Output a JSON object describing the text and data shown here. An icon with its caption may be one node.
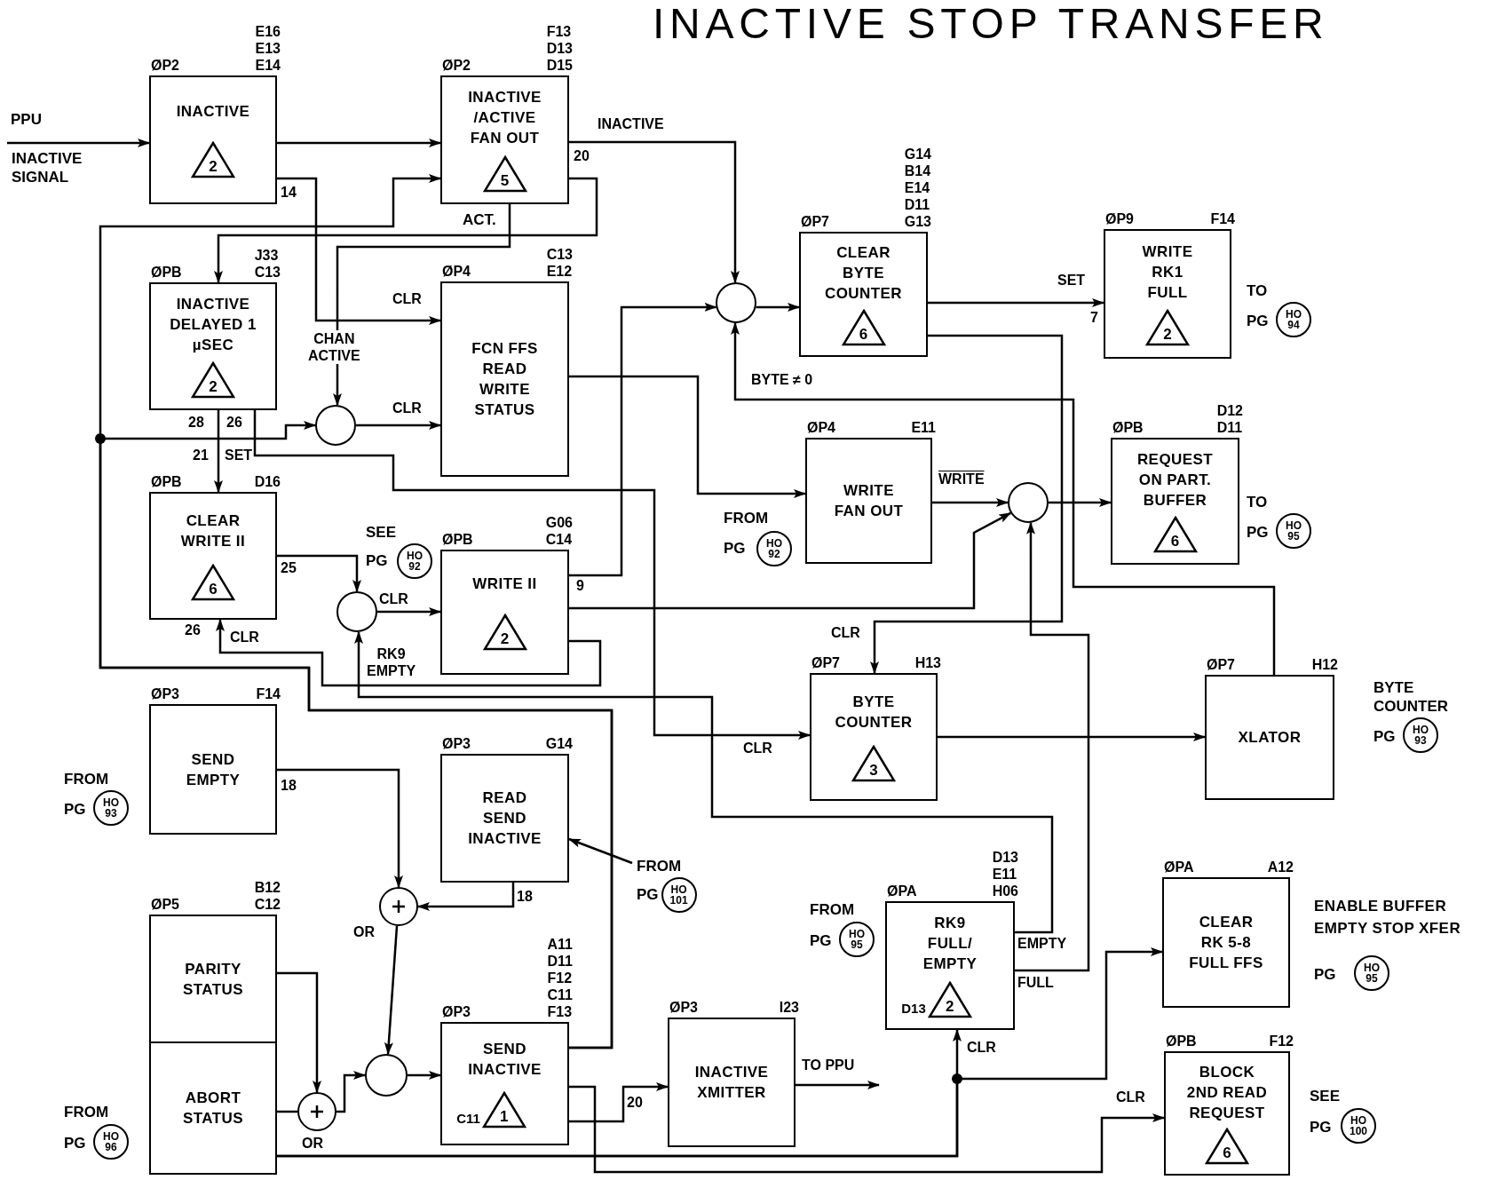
{
  "diagram": {
    "title": "INACTIVE STOP TRANSFER",
    "nodes": [
      {
        "text": [
          "INACTIVE",
          "2"
        ],
        "beside": [
          "ØP2",
          "E16 E13 E14"
        ]
      },
      {
        "text": [
          "INACTIVE /ACTIVE FAN OUT",
          "5"
        ],
        "beside": [
          "ØP2",
          "F13 D13 D15"
        ]
      },
      {
        "text": [
          "INACTIVE DELAYED 1 µSEC",
          "2"
        ],
        "beside": [
          "ØPB",
          "J33 C13"
        ]
      },
      {
        "text": [
          "FCN FFS READ WRITE STATUS"
        ],
        "beside": [
          "ØP4",
          "C13 E12"
        ]
      },
      {
        "text": [
          "CLEAR WRITE II",
          "6"
        ],
        "beside": [
          "ØPB",
          "D16"
        ]
      },
      {
        "text": [
          "WRITE II",
          "2"
        ],
        "beside": [
          "ØPB",
          "G06 C14"
        ]
      },
      {
        "text": [
          "CLEAR BYTE COUNTER",
          "6"
        ],
        "beside": [
          "ØP7",
          "G14 B14 E14 D11 G13"
        ]
      },
      {
        "text": [
          "WRITE RK1 FULL",
          "2"
        ],
        "beside": [
          "ØP9",
          "F14"
        ]
      },
      {
        "text": [
          "WRITE FAN OUT"
        ],
        "beside": [
          "ØP4",
          "E11"
        ]
      },
      {
        "text": [
          "REQUEST ON PART. BUFFER",
          "6"
        ],
        "beside": [
          "ØPB",
          "D12 D11"
        ]
      },
      {
        "text": [
          "BYTE COUNTER",
          "3"
        ],
        "beside": [
          "ØP7",
          "H13"
        ]
      },
      {
        "text": [
          "XLATOR"
        ],
        "beside": [
          "ØP7",
          "H12"
        ]
      },
      {
        "text": [
          "SEND EMPTY"
        ],
        "beside": [
          "ØP3",
          "F14"
        ]
      },
      {
        "text": [
          "READ SEND INACTIVE"
        ],
        "beside": [
          "ØP3",
          "G14"
        ]
      },
      {
        "text": [
          "PARITY STATUS"
        ],
        "beside": [
          "ØP5",
          "B12 C12"
        ]
      },
      {
        "text": [
          "ABORT STATUS"
        ]
      },
      {
        "text": [
          "SEND INACTIVE",
          "C11",
          "1"
        ],
        "beside": [
          "ØP3",
          "A11 D11 F12 C11 F13"
        ]
      },
      {
        "text": [
          "INACTIVE XMITTER"
        ],
        "beside": [
          "ØP3",
          "I23"
        ]
      },
      {
        "text": [
          "RK9 FULL/ EMPTY",
          "D13",
          "2"
        ],
        "beside": [
          "ØPA",
          "D13 E11 H06"
        ]
      },
      {
        "text": [
          "CLEAR RK 5-8 FULL FFS"
        ],
        "beside": [
          "ØPA",
          "A12"
        ]
      },
      {
        "text": [
          "BLOCK 2ND READ REQUEST",
          "6"
        ],
        "beside": [
          "ØPB",
          "F12"
        ]
      },
      {
        "text": [],
        "shape": "circle"
      },
      {
        "text": [],
        "shape": "circle"
      },
      {
        "text": [],
        "shape": "circle"
      },
      {
        "text": [],
        "shape": "circle"
      },
      {
        "text": [],
        "shape": "circle",
        "beside": [
          "OR"
        ]
      },
      {
        "text": [],
        "shape": "circle"
      },
      {
        "text": [],
        "shape": "circle",
        "beside": [
          "OR"
        ]
      },
      {
        "text": [
          "FROM",
          "PG",
          "HO 101"
        ]
      },
      {
        "text": [
          "PPU",
          "INACTIVE SIGNAL"
        ]
      },
      {
        "text": [
          "HO 92"
        ]
      },
      {
        "text": [
          "HO 92"
        ]
      },
      {
        "text": [
          "HO 94"
        ]
      },
      {
        "text": [
          "HO 95"
        ]
      },
      {
        "text": [
          "HO 93"
        ]
      },
      {
        "text": [
          "HO 93"
        ]
      },
      {
        "text": [
          "HO 96"
        ]
      },
      {
        "text": [
          "HO 95"
        ]
      },
      {
        "text": [
          "HO 95"
        ]
      },
      {
        "text": [
          "HO 100"
        ]
      }
    ],
    "edges": [
      {
        "from": 29,
        "to": 0,
        "arrow": "to"
      },
      {
        "from": 0,
        "to": 1,
        "arrow": "to"
      },
      {
        "from": 16,
        "to": 1,
        "arrow": "to"
      },
      {
        "from": 16,
        "to": 22,
        "arrow": "to"
      },
      {
        "from": 0,
        "to": 3,
        "arrow": "to",
        "label": "CLR"
      },
      {
        "from": 1,
        "to": 22,
        "arrow": "to",
        "label": "CHAN ACTIVE"
      },
      {
        "from": 1,
        "to": 2,
        "arrow": "to"
      },
      {
        "from": 1,
        "to": 21,
        "arrow": "to",
        "label": "INACTIVE"
      },
      {
        "from": 22,
        "to": 3,
        "arrow": "to",
        "label": "CLR"
      },
      {
        "from": 2,
        "to": 10,
        "arrow": "to",
        "label": "CLR"
      },
      {
        "from": 2,
        "to": 4,
        "arrow": "to",
        "label": "SET"
      },
      {
        "from": 4,
        "to": 23,
        "arrow": "to"
      },
      {
        "from": 23,
        "to": 5,
        "arrow": "to",
        "label": "CLR"
      },
      {
        "from": 5,
        "to": 4,
        "arrow": "to",
        "label": "CLR"
      },
      {
        "from": 18,
        "to": 23,
        "arrow": "to",
        "label": "RK9 EMPTY"
      },
      {
        "from": 5,
        "to": 21,
        "arrow": "to"
      },
      {
        "from": 5,
        "to": 24,
        "arrow": "to"
      },
      {
        "from": 3,
        "to": 8,
        "arrow": "to"
      },
      {
        "from": 8,
        "to": 24,
        "arrow": "to",
        "label": "WRITE"
      },
      {
        "from": 24,
        "to": 9,
        "arrow": "to"
      },
      {
        "from": 18,
        "to": 24,
        "arrow": "to"
      },
      {
        "from": 21,
        "to": 6,
        "arrow": "to"
      },
      {
        "from": 6,
        "to": 7,
        "arrow": "to",
        "label": "SET"
      },
      {
        "from": 11,
        "to": 21,
        "arrow": "to",
        "label": "BYTE ≠ 0"
      },
      {
        "from": 6,
        "to": 10,
        "arrow": "to",
        "label": "CLR"
      },
      {
        "from": 10,
        "to": 11,
        "arrow": "to"
      },
      {
        "from": 12,
        "to": 25,
        "arrow": "to"
      },
      {
        "from": 13,
        "to": 25,
        "arrow": "to"
      },
      {
        "from": 25,
        "to": 26,
        "arrow": "to"
      },
      {
        "from": 26,
        "to": 16,
        "arrow": "to"
      },
      {
        "from": 14,
        "to": 27,
        "arrow": "to"
      },
      {
        "from": 15,
        "to": 27,
        "arrow": "none"
      },
      {
        "from": 27,
        "to": 26,
        "arrow": "to"
      },
      {
        "from": 17,
        "to": null,
        "arrow": "to",
        "label": "TO PPU"
      },
      {
        "from": 16,
        "to": 17,
        "arrow": "to"
      },
      {
        "from": 16,
        "to": 20,
        "arrow": "to",
        "label": "CLR"
      },
      {
        "from": 15,
        "to": 18,
        "arrow": "to",
        "label": "CLR"
      },
      {
        "from": 15,
        "to": 19,
        "arrow": "to"
      },
      {
        "from": 28,
        "to": 13,
        "arrow": "to"
      }
    ],
    "labels": [
      "ACT.",
      "14",
      "20",
      "28",
      "26",
      "21",
      "25",
      "SEE",
      "PG",
      "9",
      "26",
      "7",
      "FROM",
      "PG",
      "TO",
      "PG",
      "TO",
      "PG",
      "BYTE COUNTER",
      "PG",
      "FROM",
      "PG",
      "18",
      "18",
      "FROM",
      "PG",
      "20",
      "FROM",
      "PG",
      "EMPTY",
      "FULL",
      "ENABLE BUFFER EMPTY STOP XFER",
      "PG",
      "SEE",
      "PG"
    ]
  }
}
